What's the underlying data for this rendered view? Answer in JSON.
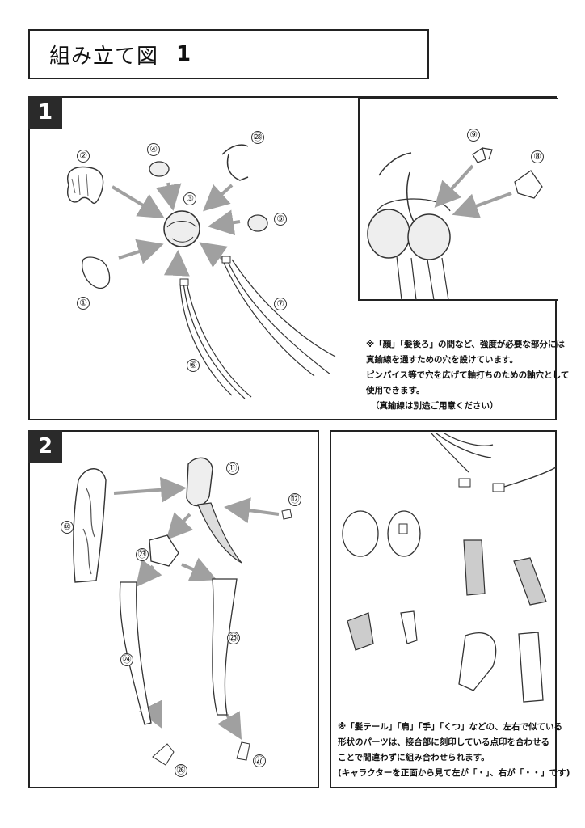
{
  "title": {
    "text": "組み立て図",
    "number": "1"
  },
  "step1": {
    "badge": "1",
    "labels": {
      "n1": "①",
      "n2": "②",
      "n3": "③",
      "n4": "④",
      "n5": "⑤",
      "n6": "⑥",
      "n7": "⑦",
      "n8": "⑧",
      "n9": "⑨",
      "n28": "㉘"
    },
    "note": {
      "line1": "※「顔」「髪後ろ」の間など、強度が必要な部分には",
      "line2": "真鍮線を通すための穴を設けています。",
      "line3": "ピンバイス等で穴を広げて軸打ちのための軸穴として",
      "line4": "使用できます。",
      "line5": "（真鍮線は別途ご用意ください）"
    }
  },
  "step2": {
    "badge": "2",
    "labels": {
      "n10": "⑩",
      "n11": "⑪",
      "n12": "⑫",
      "n23": "㉓",
      "n24": "㉔",
      "n25": "㉕",
      "n26": "㉖",
      "n27": "㉗"
    },
    "note": {
      "line1": "※「髪テール」「肩」「手」「くつ」などの、左右で似ている",
      "line2": "形状のパーツは、接合部に刻印している点印を合わせる",
      "line3": "ことで間違わずに組み合わせられます。",
      "line4": "(キャラクターを正面から見て左が「・」、右が「・・」です)"
    }
  },
  "colors": {
    "arrow": "#a0a0a0",
    "line": "#333333",
    "badge": "#2a2a2a"
  }
}
